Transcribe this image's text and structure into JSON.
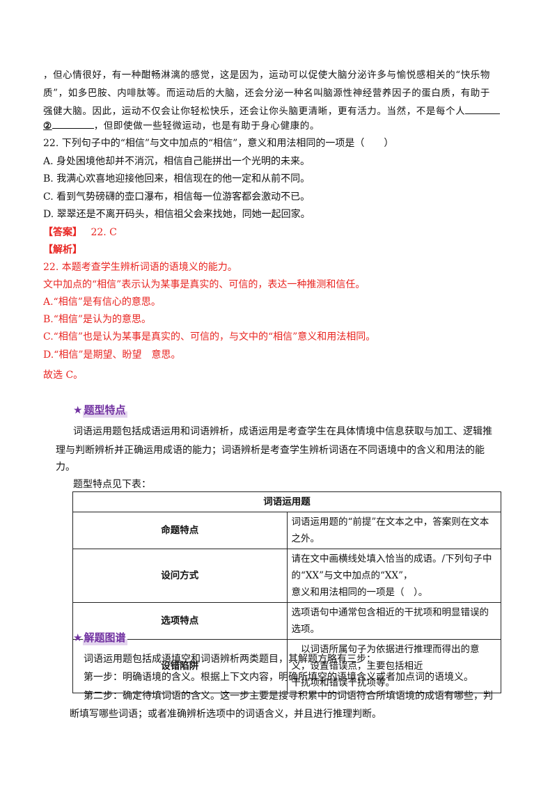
{
  "passage": {
    "line1": "，但心情很好，有一种酣畅淋漓的感觉，这是因为，运动可以促使大脑分泌许多与愉悦感相关的“快乐物",
    "line2": "质”，如多巴胺、内啡肽等。而运动后的大脑，还会分泌一种名叫脑源性神经营养因子的蛋白质，有助于",
    "line3": "强健大脑。因此，运动不仅会让你轻松快乐，还会让你头脑更清晰，更有活力。当然，不是每个人",
    "line4_marker": "②",
    "line4": "，但即使做一些轻微运动，也是有助于身心健康的。"
  },
  "question": {
    "stem": "22. 下列句子中的“相信”与文中加点的“相信”，意义和用法相同的一项是（　　）",
    "options": [
      "A. 身处困境他却并不消沉，相信自己能拼出一个光明的未来。",
      "B. 我满心欢喜地迎接他回来，相信现在的他一定和从前不同。",
      "C. 看到气势磅礴的壶口瀑布，相信每一位游客都会激动不已。",
      "D. 翠翠还是不离开码头，相信祖父会来找她，同她一起回家。"
    ]
  },
  "answer": {
    "label": "【答案】",
    "value": "22. C"
  },
  "analysis": {
    "label": "【解析】",
    "lines": [
      "22. 本题考查学生辨析词语的语境义的能力。",
      "文中加点的“相信”表示认为某事是真实的、可信的，表达一种推测和信任。",
      "A.“相信”是有信心的意思。",
      "B.“相信”是认为的意思。",
      "C.“相信”也是认为某事是真实的、可信的，与文中的“相信”意义和用法相同。",
      "D.“相信”是期望、盼望　意思。",
      "故选 C。"
    ]
  },
  "section1": {
    "star": "★",
    "title": "题型特点",
    "para1a": "词语运用题包括成语运用和词语辨析，成语运用是考查学生在具体情境中信息获取与加工、逻辑推",
    "para1b": "理与判断辨析并正确运用成语的能力；词语辨析是考查学生辨析词语在不同语境中的含义和用法的能",
    "para1c": "力。",
    "para2": "题型特点见下表："
  },
  "table": {
    "header": "词语运用题",
    "rows": [
      {
        "label": "命题特点",
        "lines": [
          "词语运用题的“前提”在文本之中，答案则在文本之外。"
        ]
      },
      {
        "label": "设问方式",
        "lines": [
          "请在文中画横线处填入恰当的成语。/下列句子中的“XX”与文中加点的“XX”，",
          "意义和用法相同的一项是（　）。"
        ]
      },
      {
        "label": "选项特点",
        "lines": [
          "选项语句中通常包含相近的干扰项和明显错误的选项。"
        ]
      },
      {
        "label": "设错陷阱",
        "lines": [
          "　以词语所属句子为依据进行推理而得出的意义，设置错误点，主要包括相近",
          "干扰项和错误干扰项等。"
        ]
      }
    ]
  },
  "section2": {
    "star": "★",
    "title": "解题图谱",
    "lines": [
      "词语运用题包括成语填空和词语辨析两类题目，其解题方略有三步：",
      "第一步：明确语境的含义。根据上下文内容，明确所填空的语境含义或者加点词的语境义。",
      "第二步：确定待填词语的含义。这一步主要是搜寻积累中的词语符合所填语境的成语有哪些，判",
      "断填写哪些词语；或者准确辨析选项中的词语含义，并且进行推理判断。"
    ]
  }
}
